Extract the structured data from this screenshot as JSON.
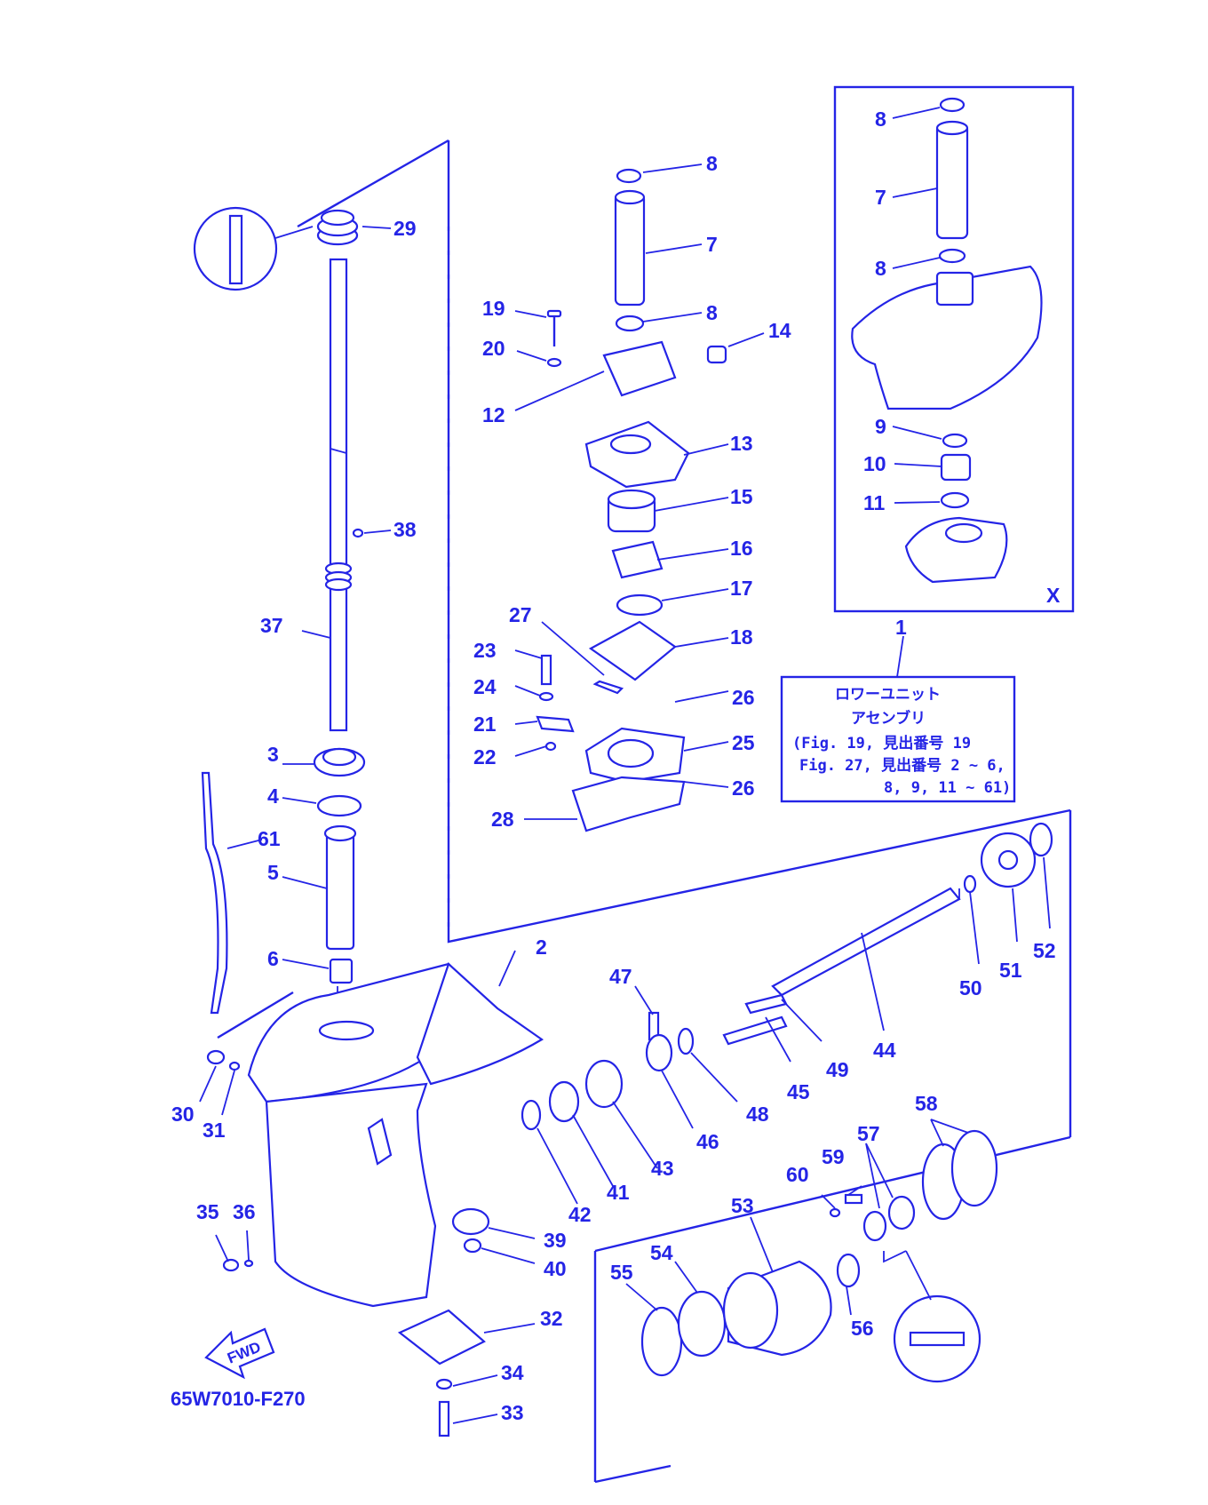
{
  "diagram": {
    "drawing_code": "65W7010-F270",
    "inset_letter": "X",
    "fwd_label": "FWD",
    "note": {
      "ref_number": "1",
      "lines": [
        "ロワーユニット",
        "アセンブリ",
        "(Fig. 19, 見出番号 19",
        "Fig. 27, 見出番号 2 ~ 6,",
        "8, 9, 11 ~ 61)"
      ]
    },
    "parts": {
      "p2": "2",
      "p3": "3",
      "p4": "4",
      "p5": "5",
      "p6": "6",
      "p7": "7",
      "p8a": "8",
      "p8b": "8",
      "p12": "12",
      "p13": "13",
      "p14": "14",
      "p15": "15",
      "p16": "16",
      "p17": "17",
      "p18": "18",
      "p19": "19",
      "p20": "20",
      "p21": "21",
      "p22": "22",
      "p23": "23",
      "p24": "24",
      "p25": "25",
      "p26a": "26",
      "p26b": "26",
      "p27": "27",
      "p28": "28",
      "p29": "29",
      "p30": "30",
      "p31": "31",
      "p32": "32",
      "p33": "33",
      "p34": "34",
      "p35": "35",
      "p36": "36",
      "p37": "37",
      "p38": "38",
      "p39": "39",
      "p40": "40",
      "p41": "41",
      "p42": "42",
      "p43": "43",
      "p44": "44",
      "p45": "45",
      "p46": "46",
      "p47": "47",
      "p48": "48",
      "p49": "49",
      "p50": "50",
      "p51": "51",
      "p52": "52",
      "p53": "53",
      "p54": "54",
      "p55": "55",
      "p56": "56",
      "p57": "57",
      "p58": "58",
      "p59": "59",
      "p60": "60",
      "p61": "61"
    },
    "inset_parts": {
      "i8a": "8",
      "i7": "7",
      "i8b": "8",
      "i9": "9",
      "i10": "10",
      "i11": "11"
    },
    "colors": {
      "line": "#2424e6",
      "background": "#ffffff"
    }
  }
}
